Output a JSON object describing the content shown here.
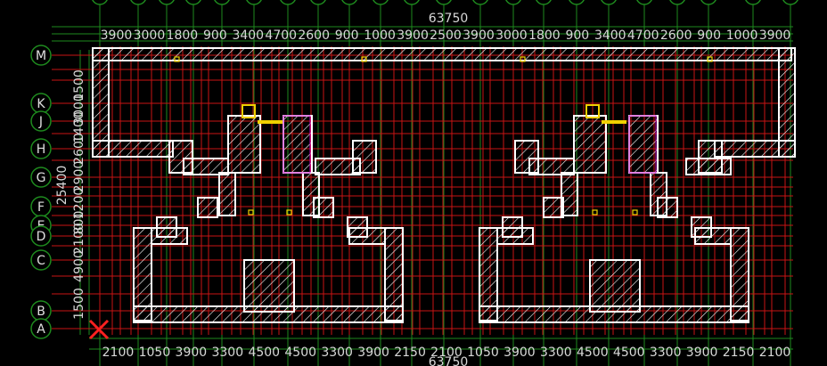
{
  "drawing": {
    "overall_width_label": "63750",
    "overall_depth_label": "25400",
    "top_dims": [
      "3900",
      "3000",
      "1800",
      "900",
      "3400",
      "4700",
      "2600",
      "900",
      "1000",
      "3900",
      "2500",
      "3900",
      "3000",
      "1800",
      "900",
      "3400",
      "4700",
      "2600",
      "900",
      "1000",
      "3900"
    ],
    "bottom_dims": [
      "2100",
      "1050",
      "3900",
      "3300",
      "4500",
      "4500",
      "3300",
      "3900",
      "2150",
      "2100",
      "1050",
      "3900",
      "3300",
      "4500",
      "4500",
      "3300",
      "3900",
      "2150",
      "2100"
    ],
    "left_dims": [
      "1500",
      "3000",
      "1400",
      "2600",
      "2900",
      "1200",
      "800",
      "2100",
      "4900",
      "1500"
    ],
    "row_axes": [
      "M",
      "K",
      "J",
      "H",
      "G",
      "F",
      "E",
      "D",
      "C",
      "B",
      "A"
    ],
    "colors": {
      "background": "#000000",
      "grid_red": "#c81414",
      "grid_green": "#1e8a1e",
      "walls": "#ffffff",
      "accent_yellow": "#f0d000",
      "accent_magenta": "#c000c0",
      "marker_red": "#ff2020"
    }
  }
}
